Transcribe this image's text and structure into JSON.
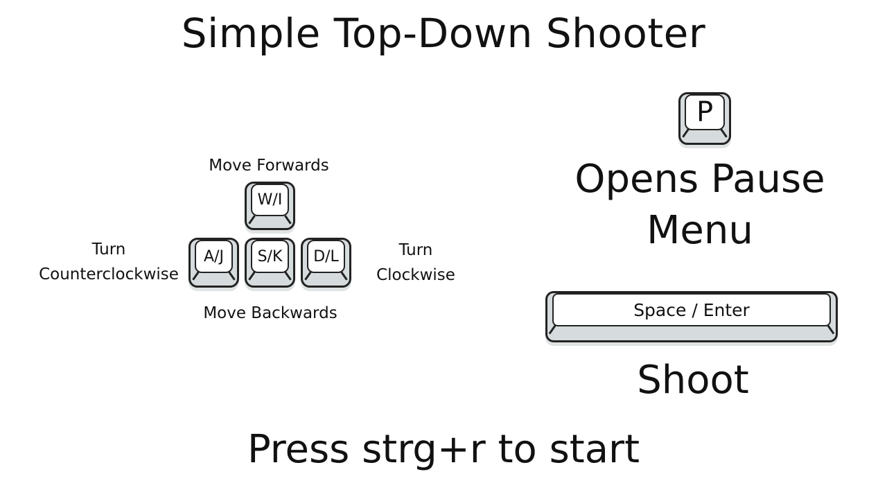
{
  "title": "Simple Top-Down Shooter",
  "movement": {
    "forward_label": "Move Forwards",
    "backward_label": "Move Backwards",
    "ccw_label_line1": "Turn",
    "ccw_label_line2": "Counterclockwise",
    "cw_label_line1": "Turn",
    "cw_label_line2": "Clockwise",
    "keys": {
      "forward": "W/I",
      "left": "A/J",
      "back": "S/K",
      "right": "D/L"
    }
  },
  "pause": {
    "key": "P",
    "label_line1": "Opens Pause",
    "label_line2": "Menu"
  },
  "shoot": {
    "key": "Space / Enter",
    "label": "Shoot"
  },
  "start_prompt": "Press strg+r to start"
}
